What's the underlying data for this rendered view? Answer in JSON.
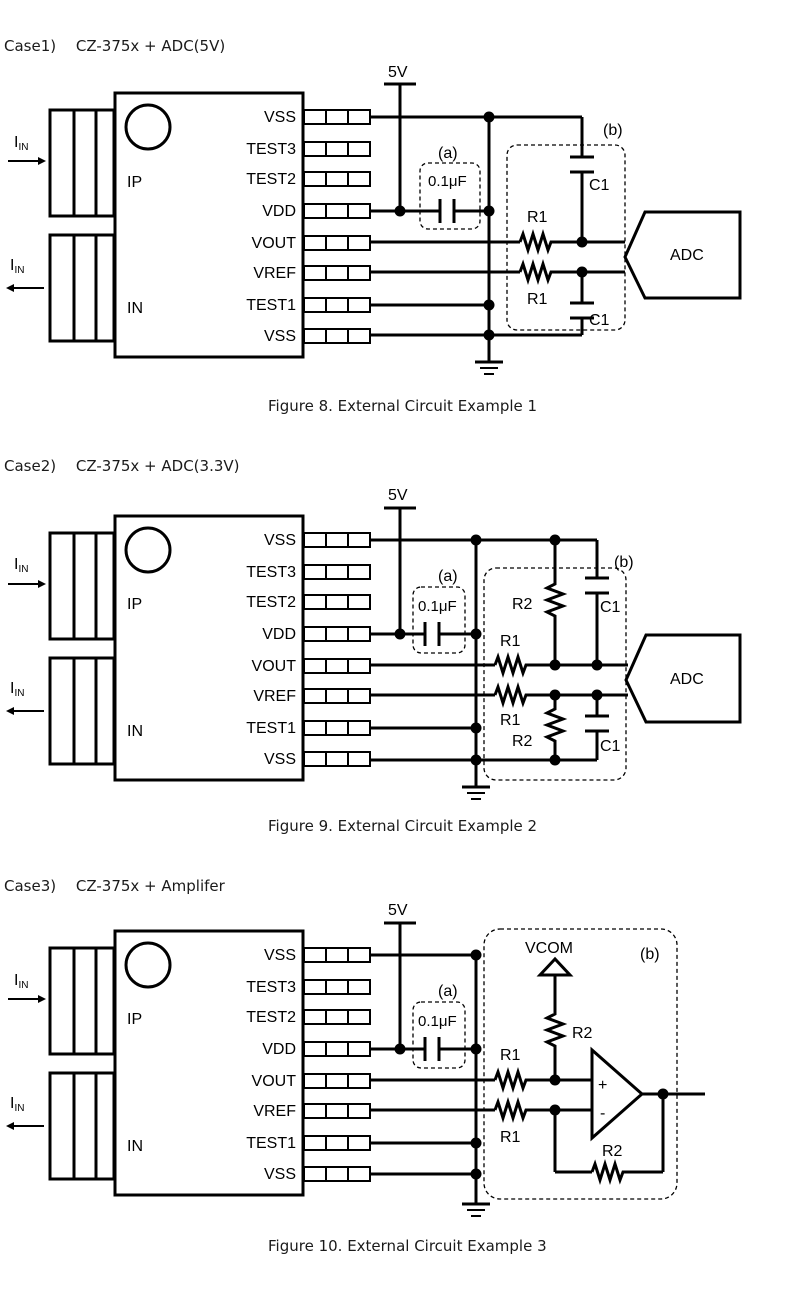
{
  "figures": [
    {
      "case_label": "Case1)　 CZ-375x + ADC(5V)",
      "caption": "Figure 8. External Circuit Example 1",
      "supply": "5V",
      "chip": {
        "left_top": "IP",
        "left_bottom": "IN",
        "pins": [
          "VSS",
          "TEST3",
          "TEST2",
          "VDD",
          "VOUT",
          "VREF",
          "TEST1",
          "VSS"
        ]
      },
      "iin": "I",
      "iin_sub": "IN",
      "box_a": "(a)",
      "cap_a": "0.1μF",
      "box_b": "(b)",
      "r1_top": "R1",
      "r1_bottom": "R1",
      "c1_top": "C1",
      "c1_bottom": "C1",
      "adc": "ADC"
    },
    {
      "case_label": "Case2)　 CZ-375x + ADC(3.3V)",
      "caption": "Figure 9. External Circuit Example 2",
      "supply": "5V",
      "chip": {
        "left_top": "IP",
        "left_bottom": "IN",
        "pins": [
          "VSS",
          "TEST3",
          "TEST2",
          "VDD",
          "VOUT",
          "VREF",
          "TEST1",
          "VSS"
        ]
      },
      "iin": "I",
      "iin_sub": "IN",
      "box_a": "(a)",
      "cap_a": "0.1μF",
      "box_b": "(b)",
      "r1_top": "R1",
      "r1_bottom": "R1",
      "r2_top": "R2",
      "r2_bottom": "R2",
      "c1_top": "C1",
      "c1_bottom": "C1",
      "adc": "ADC"
    },
    {
      "case_label": "Case3)　 CZ-375x + Amplifer",
      "caption": "Figure 10. External Circuit Example 3",
      "supply": "5V",
      "chip": {
        "left_top": "IP",
        "left_bottom": "IN",
        "pins": [
          "VSS",
          "TEST3",
          "TEST2",
          "VDD",
          "VOUT",
          "VREF",
          "TEST1",
          "VSS"
        ]
      },
      "iin": "I",
      "iin_sub": "IN",
      "box_a": "(a)",
      "cap_a": "0.1μF",
      "box_b": "(b)",
      "vcom": "VCOM",
      "r1_top": "R1",
      "r1_bottom": "R1",
      "r2_top": "R2",
      "r2_bottom": "R2",
      "opamp_plus": "+",
      "opamp_minus": "-"
    }
  ]
}
